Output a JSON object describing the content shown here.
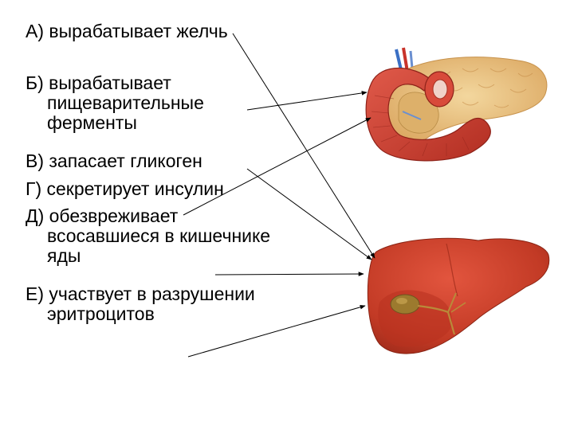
{
  "statements": [
    {
      "id": "A",
      "text": "А) вырабатывает желчь"
    },
    {
      "id": "B",
      "text": "Б) вырабатывает пищеварительные ферменты"
    },
    {
      "id": "V",
      "text": "В) запасает гликоген"
    },
    {
      "id": "G",
      "text": "Г) секретирует инсулин"
    },
    {
      "id": "D",
      "text": "Д) обезвреживает всосавшиеся в кишечнике яды"
    },
    {
      "id": "E",
      "text": "Е) участвует в разрушении эритроцитов"
    }
  ],
  "organs": [
    {
      "name": "pancreas-with-duodenum",
      "colors": {
        "gland": "#e8c07a",
        "duodenum": "#c83a2c"
      }
    },
    {
      "name": "liver",
      "colors": {
        "lobe": "#c63a26",
        "gallbladder": "#9c7a2e"
      }
    }
  ],
  "arrow_color": "#000000"
}
